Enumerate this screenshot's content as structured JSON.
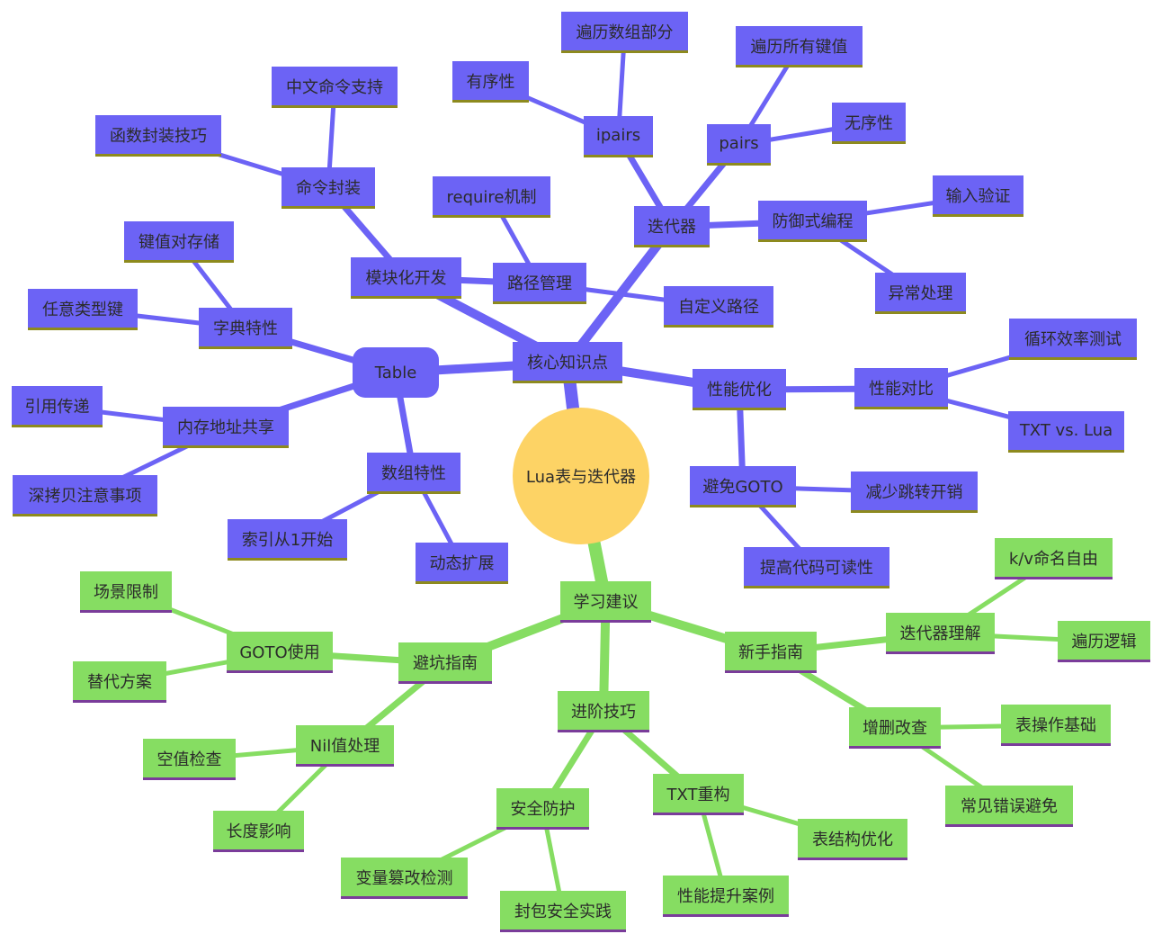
{
  "mindmap": {
    "root": "Lua表与迭代器",
    "branches": [
      {
        "label": "核心知识点",
        "color": "#6c63f5",
        "children": [
          {
            "label": "Table",
            "children": [
              {
                "label": "字典特性",
                "children": [
                  {
                    "label": "键值对存储"
                  },
                  {
                    "label": "任意类型键"
                  }
                ]
              },
              {
                "label": "内存地址共享",
                "children": [
                  {
                    "label": "引用传递"
                  },
                  {
                    "label": "深拷贝注意事项"
                  }
                ]
              },
              {
                "label": "数组特性",
                "children": [
                  {
                    "label": "索引从1开始"
                  },
                  {
                    "label": "动态扩展"
                  }
                ]
              }
            ]
          },
          {
            "label": "模块化开发",
            "children": [
              {
                "label": "命令封装",
                "children": [
                  {
                    "label": "中文命令支持"
                  },
                  {
                    "label": "函数封装技巧"
                  }
                ]
              },
              {
                "label": "路径管理",
                "children": [
                  {
                    "label": "require机制"
                  },
                  {
                    "label": "自定义路径"
                  }
                ]
              }
            ]
          },
          {
            "label": "迭代器",
            "children": [
              {
                "label": "ipairs",
                "children": [
                  {
                    "label": "遍历数组部分"
                  },
                  {
                    "label": "有序性"
                  }
                ]
              },
              {
                "label": "pairs",
                "children": [
                  {
                    "label": "遍历所有键值"
                  },
                  {
                    "label": "无序性"
                  }
                ]
              },
              {
                "label": "防御式编程",
                "children": [
                  {
                    "label": "输入验证"
                  },
                  {
                    "label": "异常处理"
                  }
                ]
              }
            ]
          },
          {
            "label": "性能优化",
            "children": [
              {
                "label": "性能对比",
                "children": [
                  {
                    "label": "循环效率测试"
                  },
                  {
                    "label": "TXT vs. Lua"
                  }
                ]
              },
              {
                "label": "避免GOTO",
                "children": [
                  {
                    "label": "减少跳转开销"
                  },
                  {
                    "label": "提高代码可读性"
                  }
                ]
              }
            ]
          }
        ]
      },
      {
        "label": "学习建议",
        "color": "#86dd62",
        "children": [
          {
            "label": "避坑指南",
            "children": [
              {
                "label": "GOTO使用",
                "children": [
                  {
                    "label": "场景限制"
                  },
                  {
                    "label": "替代方案"
                  }
                ]
              },
              {
                "label": "Nil值处理",
                "children": [
                  {
                    "label": "空值检查"
                  },
                  {
                    "label": "长度影响"
                  }
                ]
              }
            ]
          },
          {
            "label": "进阶技巧",
            "children": [
              {
                "label": "安全防护",
                "children": [
                  {
                    "label": "变量篡改检测"
                  },
                  {
                    "label": "封包安全实践"
                  }
                ]
              },
              {
                "label": "TXT重构",
                "children": [
                  {
                    "label": "表结构优化"
                  },
                  {
                    "label": "性能提升案例"
                  }
                ]
              }
            ]
          },
          {
            "label": "新手指南",
            "children": [
              {
                "label": "迭代器理解",
                "children": [
                  {
                    "label": "k/v命名自由"
                  },
                  {
                    "label": "遍历逻辑"
                  }
                ]
              },
              {
                "label": "增删改查",
                "children": [
                  {
                    "label": "表操作基础"
                  },
                  {
                    "label": "常见错误避免"
                  }
                ]
              }
            ]
          }
        ]
      }
    ]
  }
}
